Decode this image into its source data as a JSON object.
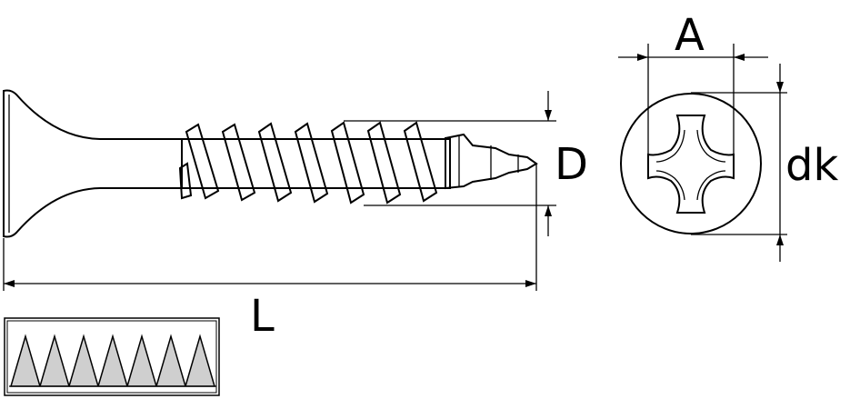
{
  "labels": {
    "length": "L",
    "diameter": "D",
    "drive_width": "A",
    "head_diameter": "dk"
  },
  "colors": {
    "line": "#000000",
    "thread_fill": "#ffffff",
    "tooth_fill": "#cfcfcf",
    "background": "#ffffff"
  },
  "icons": {
    "drive": "phillips-cross-icon",
    "thread_type": "coarse-thread-icon"
  }
}
